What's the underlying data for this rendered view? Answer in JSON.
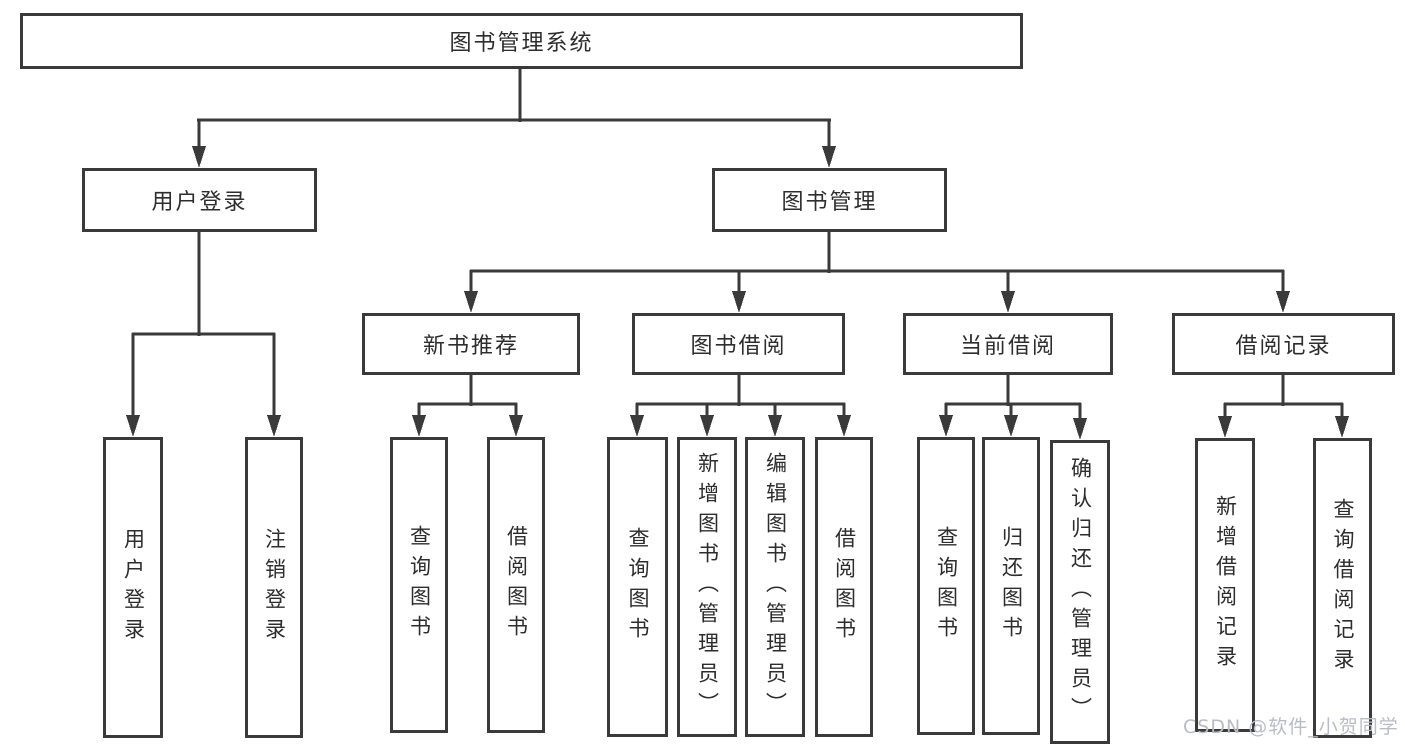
{
  "tree": {
    "root": {
      "label": "图书管理系统"
    },
    "level2": [
      {
        "label": "用户登录",
        "children": [
          {
            "label": "用户登录"
          },
          {
            "label": "注销登录"
          }
        ]
      },
      {
        "label": "图书管理",
        "children": [
          {
            "label": "新书推荐",
            "children": [
              {
                "label": "查询图书"
              },
              {
                "label": "借阅图书"
              }
            ]
          },
          {
            "label": "图书借阅",
            "children": [
              {
                "label": "查询图书"
              },
              {
                "label": "新增图书（管理员）"
              },
              {
                "label": "编辑图书（管理员）"
              },
              {
                "label": "借阅图书"
              }
            ]
          },
          {
            "label": "当前借阅",
            "children": [
              {
                "label": "查询图书"
              },
              {
                "label": "归还图书"
              },
              {
                "label": "确认归还（管理员）"
              }
            ]
          },
          {
            "label": "借阅记录",
            "children": [
              {
                "label": "新增借阅记录"
              },
              {
                "label": "查询借阅记录"
              }
            ]
          }
        ]
      }
    ]
  },
  "watermark": {
    "text": "CSDN @软件_小贺同学"
  },
  "colors": {
    "line": "#3a3a3a",
    "text": "#2d2d2d",
    "background": "#ffffff",
    "watermark": "#b9bdc3"
  }
}
